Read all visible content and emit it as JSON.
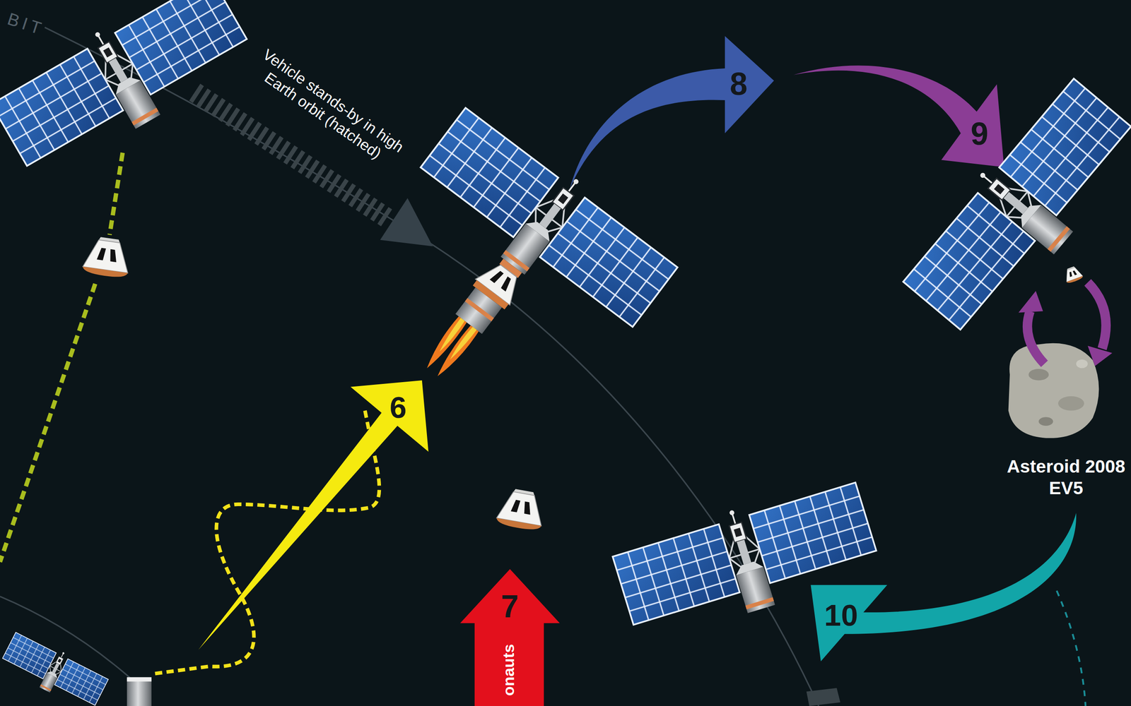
{
  "diagram": {
    "labels": [
      "BIT",
      "Vehicle stands-by in high Earth orbit (hatched)",
      "8",
      "9",
      "6",
      "Asteroid 2008 EV5",
      "7",
      "10",
      "onauts"
    ]
  }
}
